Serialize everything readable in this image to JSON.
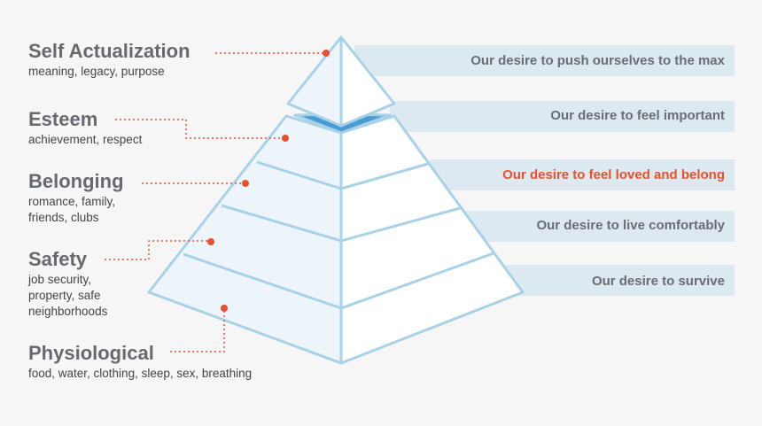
{
  "levels": [
    {
      "name": "Self Actualization",
      "sub": "meaning, legacy, purpose"
    },
    {
      "name": "Esteem",
      "sub": "achievement, respect"
    },
    {
      "name": "Belonging",
      "sub": "romance, family,\nfriends, clubs"
    },
    {
      "name": "Safety",
      "sub": "job security,\nproperty, safe\nneighborhoods"
    },
    {
      "name": "Physiological",
      "sub": "food, water, clothing, sleep, sex, breathing"
    }
  ],
  "desires": [
    {
      "text": "Our desire to push ourselves to the max",
      "highlight": false
    },
    {
      "text": "Our desire to feel important",
      "highlight": false
    },
    {
      "text": "Our desire to feel loved and belong",
      "highlight": true
    },
    {
      "text": "Our desire to live comfortably",
      "highlight": false
    },
    {
      "text": "Our desire to survive",
      "highlight": false
    }
  ],
  "colors": {
    "background": "#f6f6f7",
    "band": "#dce9f1",
    "pyramid_fill_left": "#eef5fa",
    "pyramid_fill_right": "#ffffff",
    "pyramid_stroke": "#a8d2e8",
    "accent_blue": "#4a9bd1",
    "accent_orange": "#e8502e",
    "dot": "#e8502e"
  }
}
